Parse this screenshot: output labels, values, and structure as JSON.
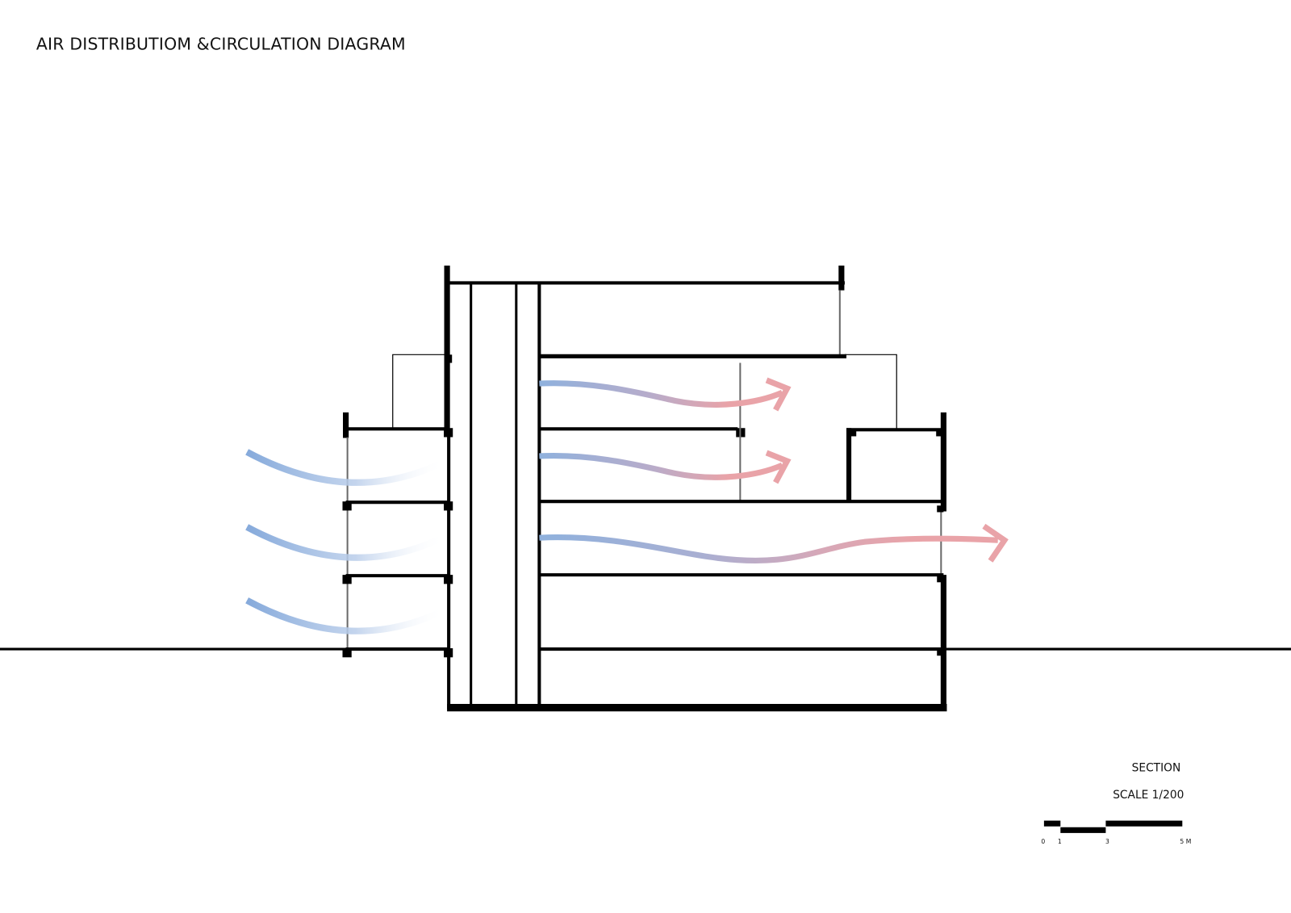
{
  "title": "AIR DISTRIBUTIOM &CIRCULATION DIAGRAM",
  "section_label": "SECTION",
  "scale_label": "SCALE 1/200",
  "scale_bar": {
    "ticks": [
      "0",
      "1",
      "3",
      "5 M"
    ]
  },
  "colors": {
    "cool_air": "#86aadb",
    "warm_air": "#e9a3a8",
    "structure": "#000000",
    "glazing": "#6a6a6a"
  }
}
